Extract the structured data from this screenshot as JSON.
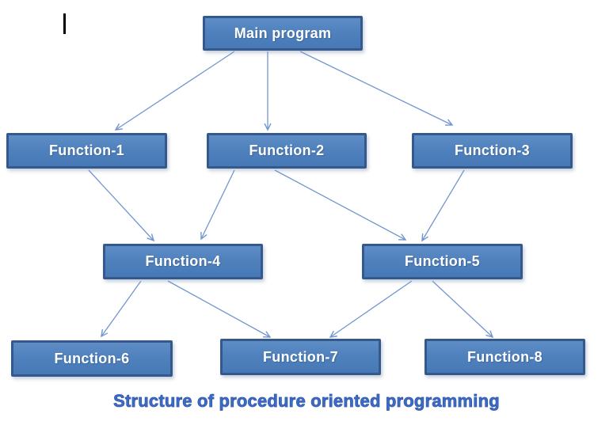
{
  "diagram": {
    "caption": "Structure of procedure oriented programming",
    "nodes": [
      {
        "id": "main",
        "label": "Main program"
      },
      {
        "id": "function-1",
        "label": "Function-1"
      },
      {
        "id": "function-2",
        "label": "Function-2"
      },
      {
        "id": "function-3",
        "label": "Function-3"
      },
      {
        "id": "function-4",
        "label": "Function-4"
      },
      {
        "id": "function-5",
        "label": "Function-5"
      },
      {
        "id": "function-6",
        "label": "Function-6"
      },
      {
        "id": "function-7",
        "label": "Function-7"
      },
      {
        "id": "function-8",
        "label": "Function-8"
      }
    ],
    "edges": [
      {
        "from": "main",
        "to": "function-1"
      },
      {
        "from": "main",
        "to": "function-2"
      },
      {
        "from": "main",
        "to": "function-3"
      },
      {
        "from": "function-1",
        "to": "function-4"
      },
      {
        "from": "function-2",
        "to": "function-4"
      },
      {
        "from": "function-2",
        "to": "function-5"
      },
      {
        "from": "function-3",
        "to": "function-5"
      },
      {
        "from": "function-4",
        "to": "function-6"
      },
      {
        "from": "function-4",
        "to": "function-7"
      },
      {
        "from": "function-5",
        "to": "function-7"
      },
      {
        "from": "function-5",
        "to": "function-8"
      }
    ],
    "colors": {
      "node_fill": "#4f81bd",
      "node_border": "#36598c",
      "node_text": "#ffffff",
      "arrow": "#7296cf",
      "caption_text": "#3e6bc5"
    }
  }
}
